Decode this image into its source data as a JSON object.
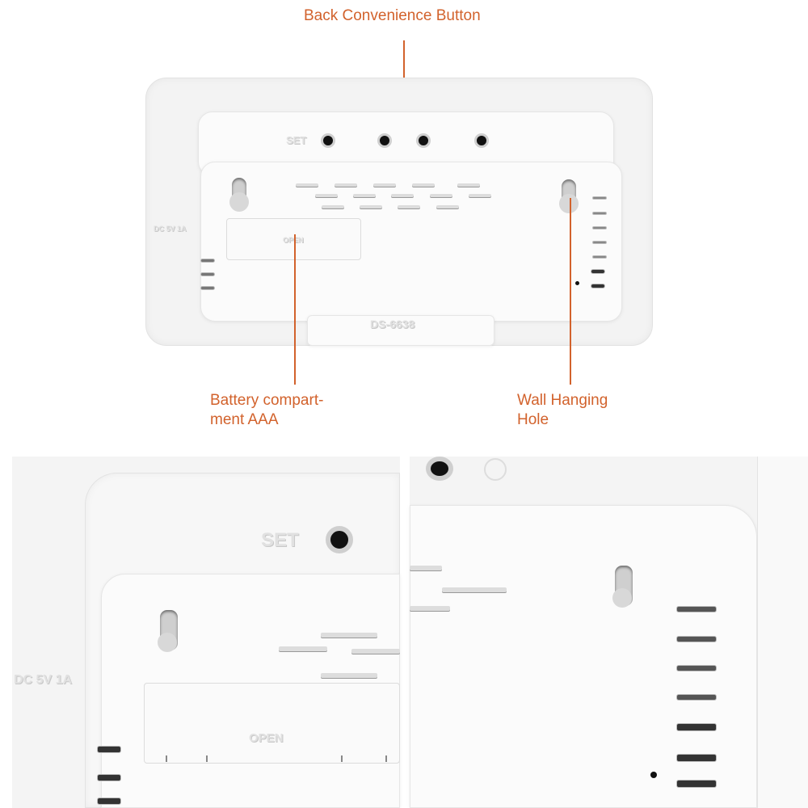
{
  "callouts": {
    "back_button": "Back Convenience Button",
    "battery": "Battery compart-\nment AAA",
    "wall_hole": "Wall Hanging\nHole"
  },
  "device_markings": {
    "set": "SET",
    "model": "DS-6638",
    "open": "OPEN",
    "power": "DC 5V 1A"
  },
  "colors": {
    "callout": "#d2622c",
    "device": "#f3f3f3"
  }
}
